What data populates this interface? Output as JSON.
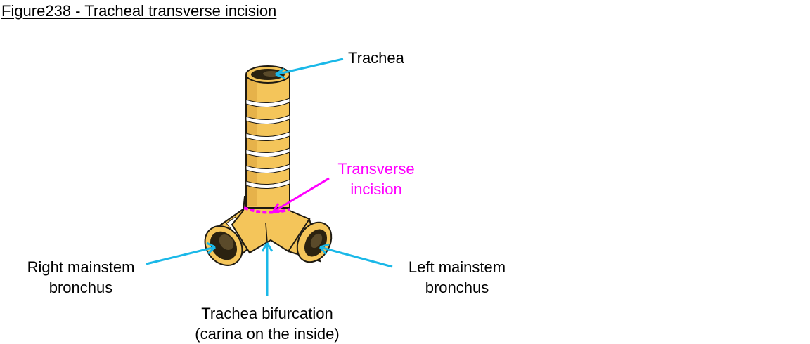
{
  "title": "Figure238 - Tracheal transverse incision",
  "labels": {
    "trachea": "Trachea",
    "transverse_line1": "Transverse",
    "transverse_line2": "incision",
    "right_line1": "Right mainstem",
    "right_line2": "bronchus",
    "left_line1": "Left mainstem",
    "left_line2": "bronchus",
    "bifurcation_line1": "Trachea bifurcation",
    "bifurcation_line2": "(carina on the inside)"
  },
  "colors": {
    "tissue": "#f4c55a",
    "tissue_shade": "#d8a33e",
    "ring_gap": "#ffffff",
    "outline": "#1e1a12",
    "lumen": "#2b2210",
    "pointer": "#1ab8e8",
    "incision": "#ff00ff"
  }
}
